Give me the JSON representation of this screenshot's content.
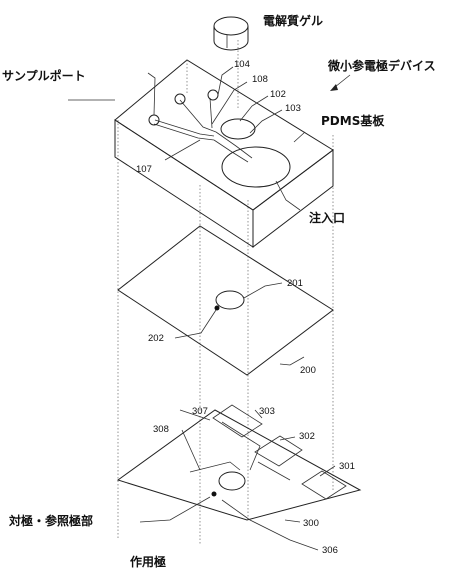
{
  "labels": {
    "electrolyte_gel": "電解質ゲル",
    "micro_reference_device": "微小参電極デバイス",
    "sample_port": "サンプルポート",
    "pdms_substrate": "PDMS基板",
    "injection_port": "注入口",
    "counter_reference_electrode": "対極・参照極部",
    "working_electrode": "作用極"
  },
  "refs": {
    "r104": "104",
    "r108": "108",
    "r102": "102",
    "r103": "103",
    "r107": "107",
    "r201": "201",
    "r202": "202",
    "r200": "200",
    "r307": "307",
    "r303": "303",
    "r308": "308",
    "r302": "302",
    "r301": "301",
    "r300": "300",
    "r306": "306"
  }
}
